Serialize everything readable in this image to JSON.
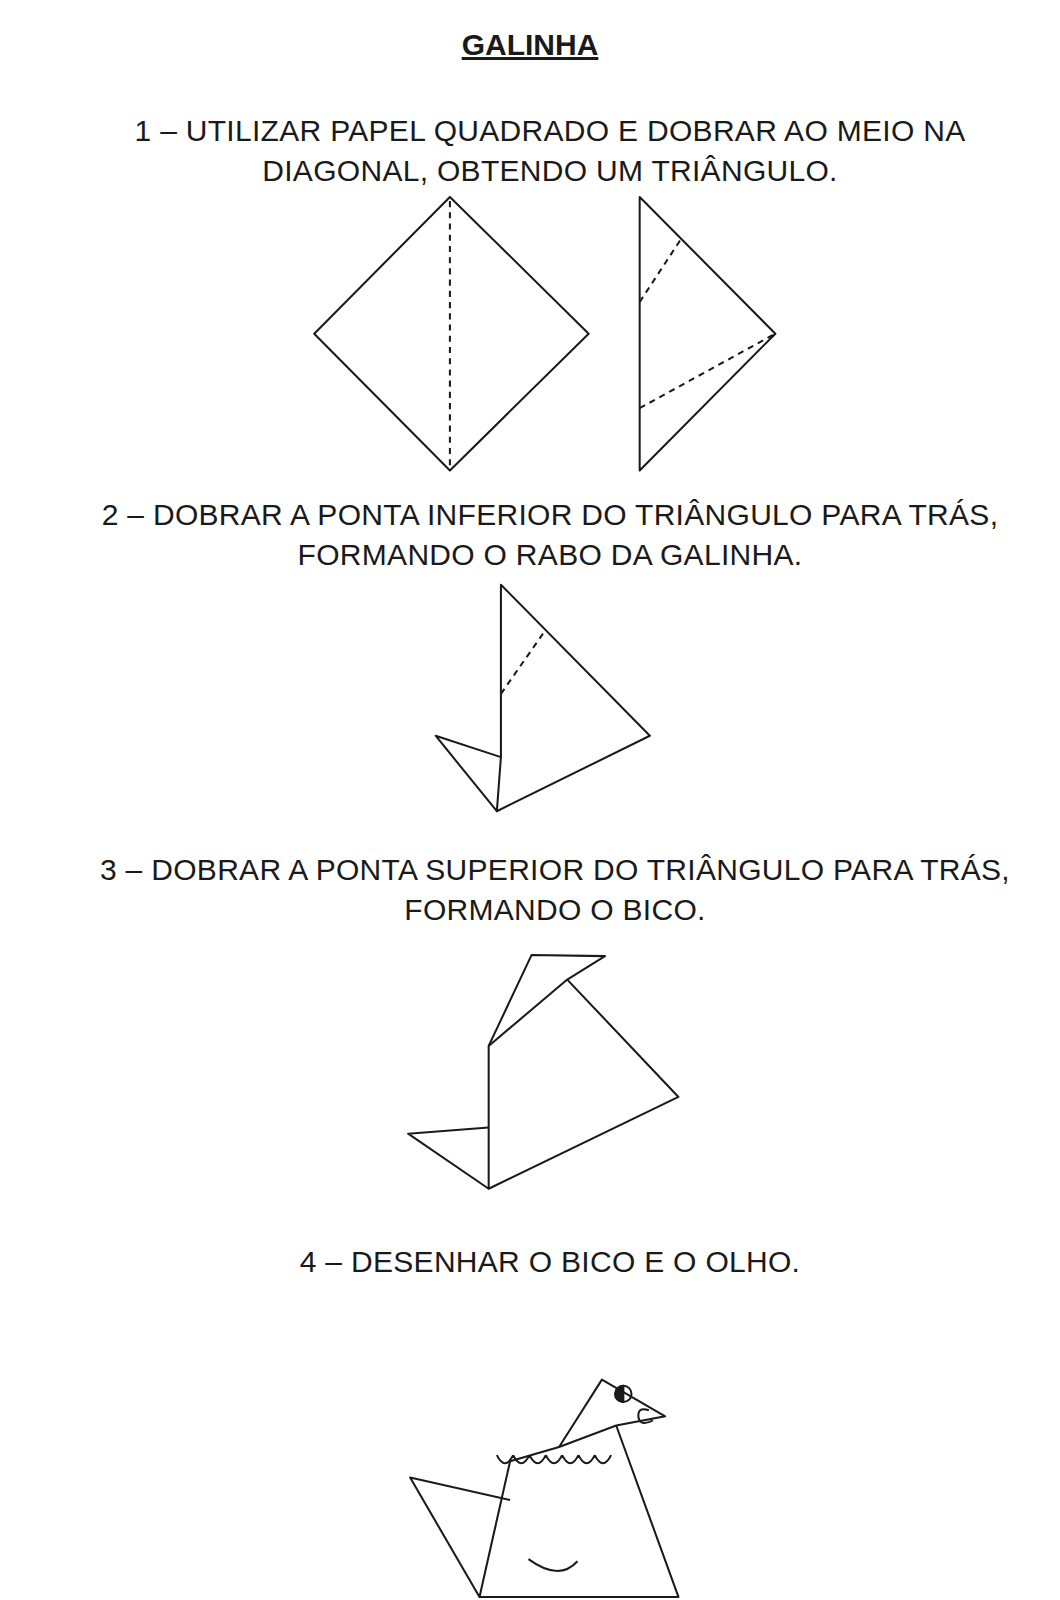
{
  "diagram": {
    "title": "GALINHA",
    "labels": [
      "1 – UTILIZAR PAPEL QUADRADO E DOBRAR AO MEIO NA DIAGONAL, OBTENDO UM TRIÂNGULO.",
      "2 – DOBRAR A PONTA INFERIOR DO TRIÂNGULO PARA TRÁS, FORMANDO O RABO DA GALINHA.",
      "3 – DOBRAR A PONTA SUPERIOR DO TRIÂNGULO PARA TRÁS, FORMANDO O BICO.",
      "4 – DESENHAR O BICO E O OLHO."
    ]
  }
}
